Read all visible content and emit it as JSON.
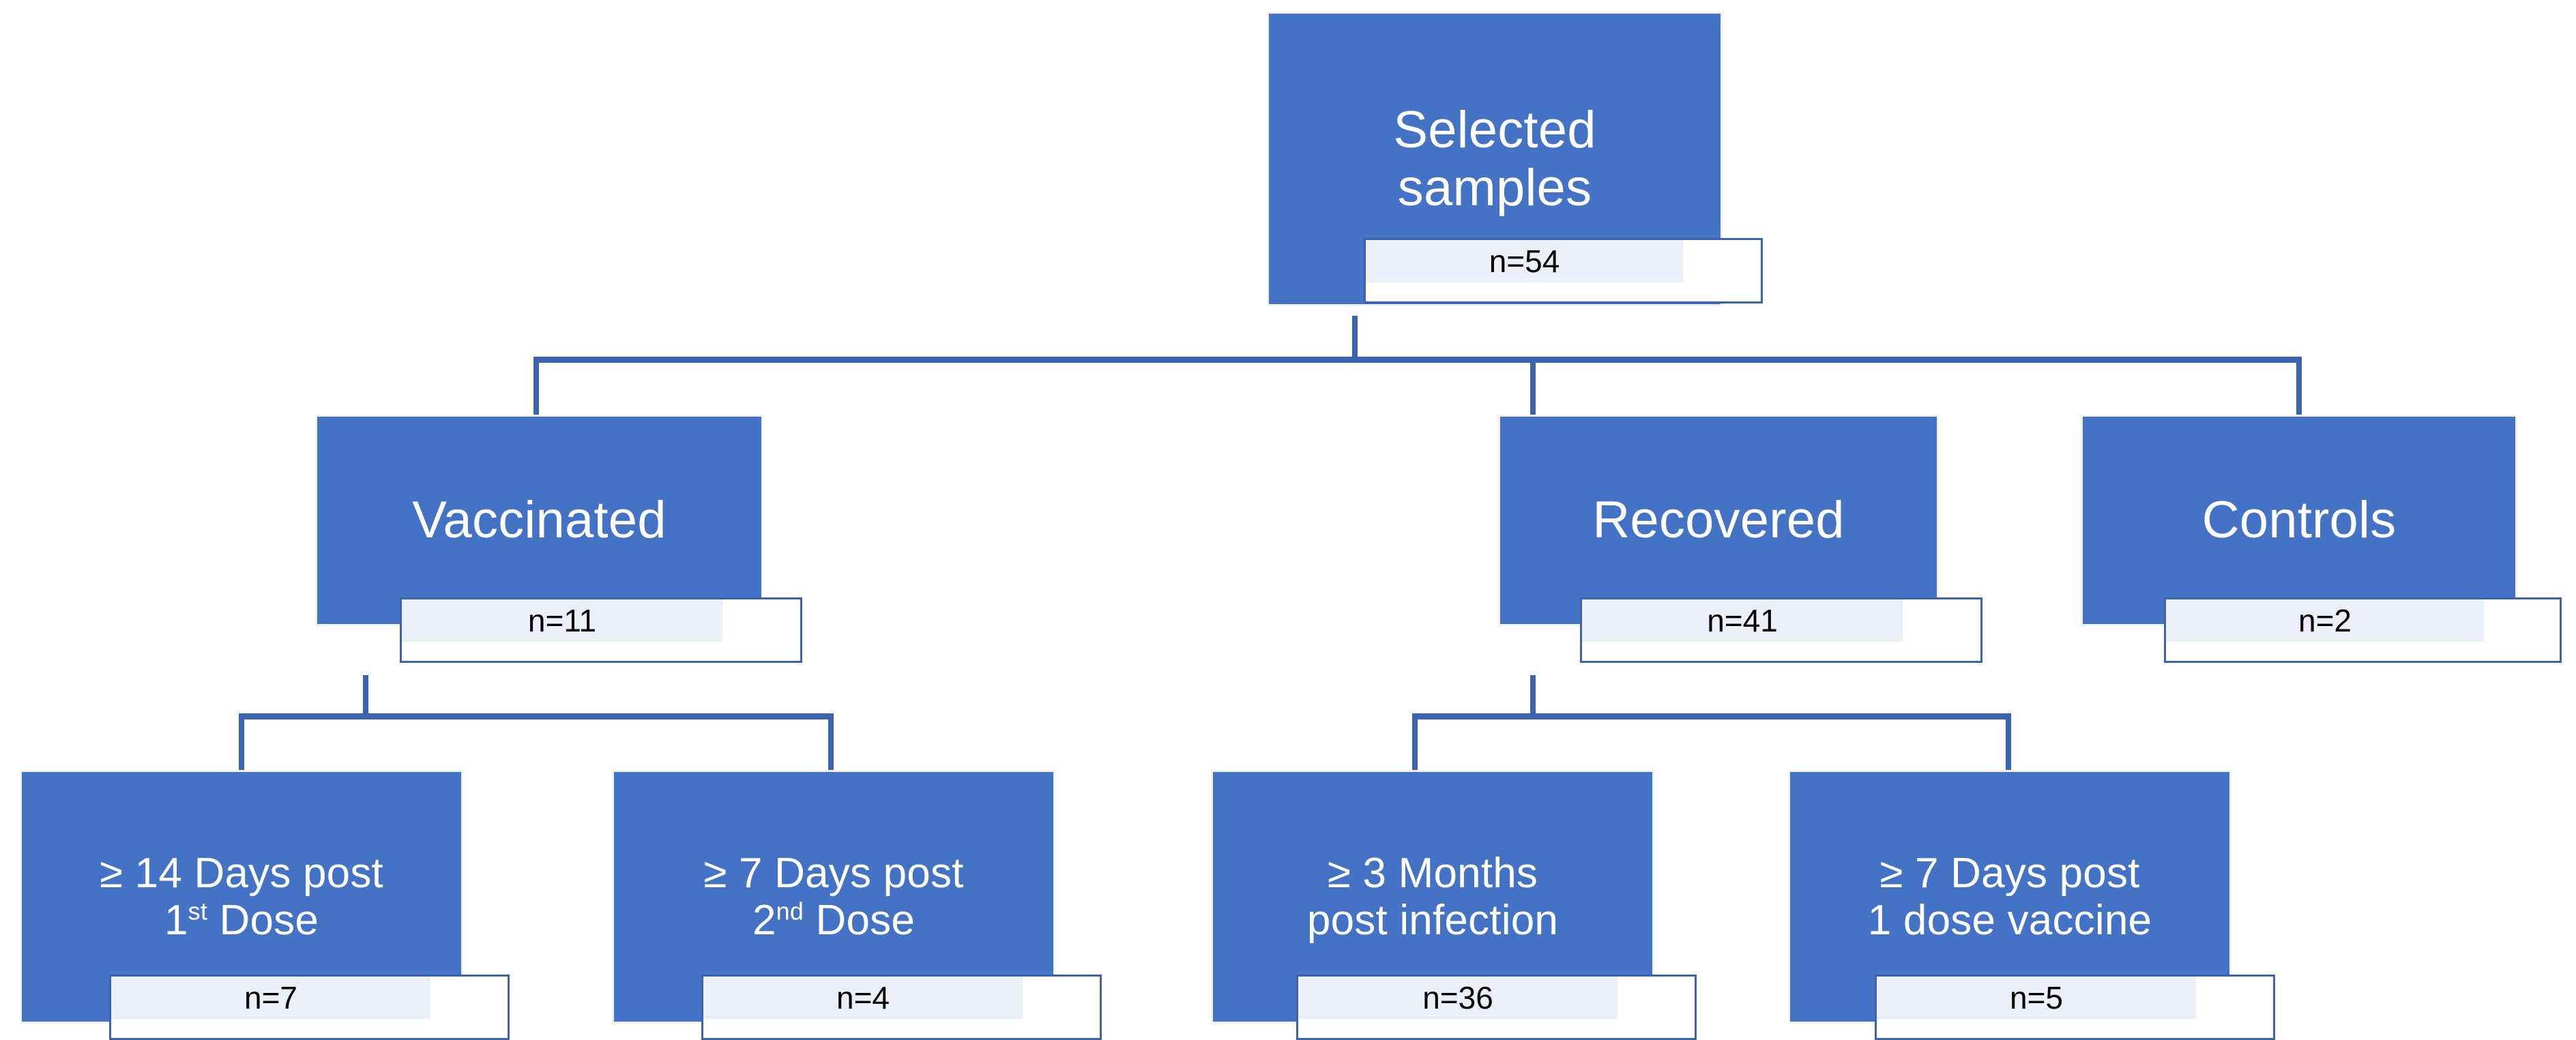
{
  "diagram": {
    "title": "Selected samples study flow",
    "colors": {
      "node_fill": "#4472C4",
      "node_border": "#F2F2F2",
      "caption_border": "#3C64AE",
      "caption_fill": "#EAEFF8",
      "connector": "#3C64AE",
      "node_text": "#FFFFFF",
      "caption_text": "#000000",
      "background": "#FFFFFF"
    },
    "nodes": {
      "root": {
        "label_line1": "Selected",
        "label_line2": "samples",
        "count": "n=54"
      },
      "vaccinated": {
        "label": "Vaccinated",
        "count": "n=11"
      },
      "recovered": {
        "label": "Recovered",
        "count": "n=41"
      },
      "controls": {
        "label": "Controls",
        "count": "n=2"
      },
      "vacc_dose1": {
        "label_line1": "≥ 14 Days post",
        "label_line2_pre": "1",
        "label_line2_sup": "st",
        "label_line2_post": " Dose",
        "count": "n=7"
      },
      "vacc_dose2": {
        "label_line1": "≥ 7 Days post",
        "label_line2_pre": "2",
        "label_line2_sup": "nd",
        "label_line2_post": " Dose",
        "count": "n=4"
      },
      "rec_3months": {
        "label_line1": "≥ 3 Months",
        "label_line2": "post infection",
        "count": "n=36"
      },
      "rec_1dose": {
        "label_line1": "≥ 7 Days post",
        "label_line2": "1 dose vaccine",
        "count": "n=5"
      }
    },
    "edges": [
      {
        "from": "root",
        "to": "vaccinated"
      },
      {
        "from": "root",
        "to": "recovered"
      },
      {
        "from": "root",
        "to": "controls"
      },
      {
        "from": "vaccinated",
        "to": "vacc_dose1"
      },
      {
        "from": "vaccinated",
        "to": "vacc_dose2"
      },
      {
        "from": "recovered",
        "to": "rec_3months"
      },
      {
        "from": "recovered",
        "to": "rec_1dose"
      }
    ]
  }
}
